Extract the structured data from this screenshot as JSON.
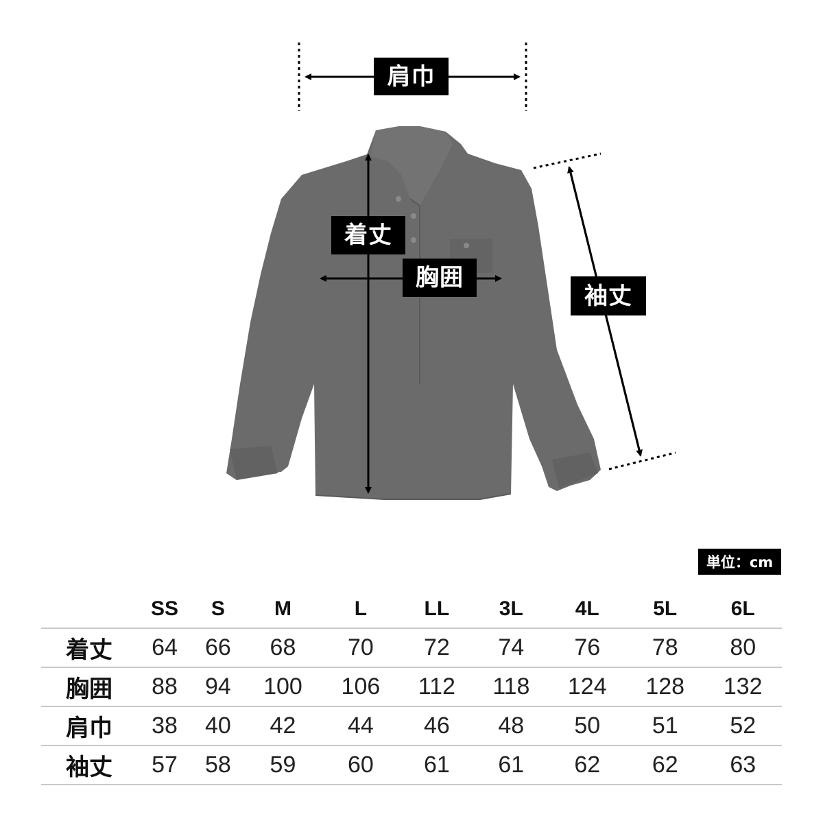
{
  "labels": {
    "shoulder": "肩巾",
    "length": "着丈",
    "chest": "胸囲",
    "sleeve": "袖丈"
  },
  "unit": "単位：cm",
  "table": {
    "sizes": [
      "SS",
      "S",
      "M",
      "L",
      "LL",
      "3L",
      "4L",
      "5L",
      "6L"
    ],
    "rows": [
      {
        "label": "着丈",
        "values": [
          "64",
          "66",
          "68",
          "70",
          "72",
          "74",
          "76",
          "78",
          "80"
        ]
      },
      {
        "label": "胸囲",
        "values": [
          "88",
          "94",
          "100",
          "106",
          "112",
          "118",
          "124",
          "128",
          "132"
        ]
      },
      {
        "label": "肩巾",
        "values": [
          "38",
          "40",
          "42",
          "44",
          "46",
          "48",
          "50",
          "51",
          "52"
        ]
      },
      {
        "label": "袖丈",
        "values": [
          "57",
          "58",
          "59",
          "60",
          "61",
          "61",
          "62",
          "62",
          "63"
        ]
      }
    ]
  },
  "colors": {
    "shirt": "#6b6b6b",
    "shirt_shadow": "#5e5e5e",
    "tag_bg": "#000000",
    "rule": "#c8c8c8"
  }
}
